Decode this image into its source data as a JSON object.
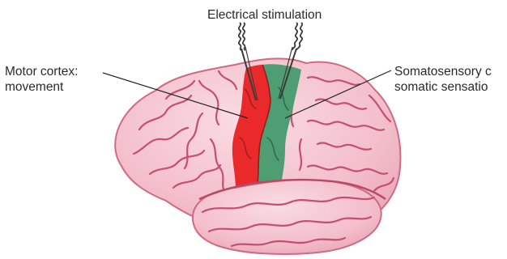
{
  "labels": {
    "stimulation": "Electrical stimulation",
    "motor_line1": "Motor cortex:",
    "motor_line2": "movement",
    "somato_line1": "Somatosensory c",
    "somato_line2": "somatic sensatio"
  },
  "colors": {
    "brain_fill": "#f3bfcb",
    "brain_outline": "#cf6a84",
    "sulci": "#c64e72",
    "motor_strip": "#ea2a2a",
    "somatosensory_strip": "#4f9e73",
    "electrode": "#3a3a3a",
    "leader_line": "#222222",
    "text": "#2a2a2a"
  },
  "regions": [
    {
      "name": "motor cortex",
      "color": "#ea2a2a"
    },
    {
      "name": "somatosensory cortex",
      "color": "#4f9e73"
    }
  ]
}
